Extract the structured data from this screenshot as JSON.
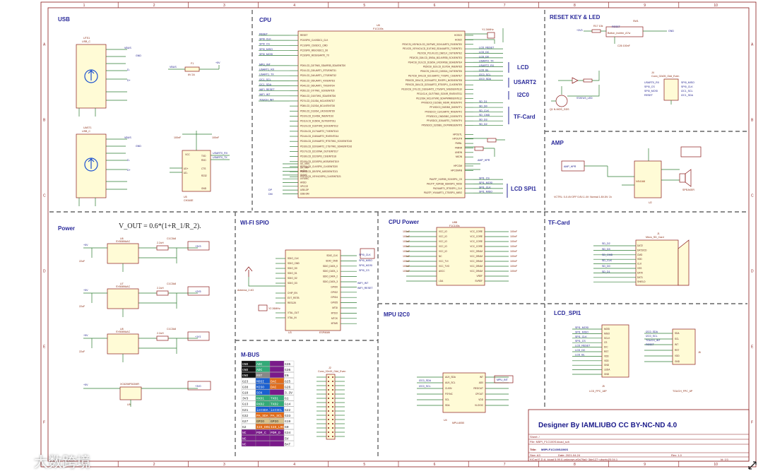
{
  "sections": {
    "usb": "USB",
    "cpu": "CPU",
    "reset": "RESET KEY & LED",
    "amp": "AMP",
    "power": "Power",
    "wifi": "WI-FI SPIO",
    "cpu_power": "CPU Power",
    "tf_card": "TF-Card",
    "mpu": "MPU I2C0",
    "lcd_spi": "LCD_SPI1",
    "mbus": "M-BUS"
  },
  "formula": "V_OUT = 0.6*(1+R_1/R_2).",
  "cpu": {
    "ref": "U8",
    "value": "F1C100s",
    "left_pins": [
      "RESET",
      "SPI0_CLK",
      "SPI0_CS",
      "SPI0_MISO",
      "SPI0_MOSI",
      "",
      "MPU_INT",
      "USART1_RX",
      "USART1_TX",
      "I2C1_SCL",
      "I2C1_SDA",
      "WIFI_RESET",
      "WIFI_INT",
      "TOUCH_INT",
      "",
      "",
      "",
      "",
      "",
      "",
      "",
      "",
      "",
      "",
      "",
      "",
      "",
      "",
      "",
      "",
      "",
      "DP",
      "DM"
    ],
    "left_funcs": [
      "RESET",
      "PC0/SPI0_CLK/SDC1_CLK",
      "PC1/SPI0_CS/SDC1_CMD",
      "PC2/SPI0_MISO/SDC1_D0",
      "PC3/SPI0_MOSI/UART0_TX",
      "",
      "PD0/LCD_D2/TWI0_SDA/RSB_SDA/EINTD0",
      "PD1/LCD_D3/UART1_RTS/EINTD1",
      "PD2/LCD_D4/UART1_CTS/EINTD2",
      "PD3/LCD_D5/UART1_RX/EINTD3",
      "PD4/LCD_D6/UART1_TX/EINTD4",
      "PD5/LCD_D7/TWI1_SCK/EINTD5",
      "PD6/LCD_D10/TWI1_SDA/EINTD6",
      "PD7/LCD_D11/DA_MCLK/EINTD7",
      "PD8/LCD_D12/DA_BCLK/EINTD8",
      "PD9/LCD_D13/DA_LRCK/EINTD9",
      "PD10/LCD_D14/DA_IN/EINTD10",
      "PD11/LCD_D15/DA_OUT/EINTD11",
      "PD12/LCD_D16/TWI0_SCK/EINTD12",
      "PD13/LCD_D17/UART2_TX/EINTD13",
      "PD14/LCD_D18/UART2_RX/EINTD14",
      "PD15/LCD_D19/UART2_RTS/TWI1_SCK/EINTD15",
      "PD16/LCD_D20/UART2_CTS/TWI1_SDA/EINTD16",
      "PD17/LCD_D21/OWA_OUT/EINTD17",
      "PD18/LCD_D22/SPI0_CS/EINTD18",
      "PD19/LCD_D23/SPI0_MOSI/EINTD19",
      "PD20/LCD_CLK/SPI0_CLK/EINTD20",
      "PD21/LCD_DE/SPI0_MISO/EINTD21",
      "PD21/LCD_VSYNC/SPI0_CLK/EINTD21"
    ],
    "right_funcs": [
      "HOSC0",
      "HOSCI",
      "PE0/CSI_HSYNC/LCD_D0/TWI2_SCK/UART0_RX/EINTE0",
      "PE1/CSI_VSYNC/LCD_D1/TWI2_SDA/UART0_TX/EINTE1",
      "PE2/CSI_PCLK/LCD_D8/CLK_OUT/EINTE2",
      "PE3/CSI_D0/LCD_D9/DA_BCLK/RSB_SCK/EINTE3",
      "PE4/CSI_D1/LCD_D16/DA_LRCK/RSB_SDA/EINTE4",
      "PE5/CSI_D2/LCD_D17/DA_IN/EINTE5",
      "PE6/CSI_D3/LCD_D20/DA_OUT/EINTE6",
      "PE7/CSI_D4/LCD_D21/UART2_TX/SPI1_CS/EINTE7",
      "PE8/CSI_D5/LCD_D22/UART2_RX/SPI1_MOSI/EINTE8",
      "PE9/CSI_D6/LCD_D23/UART2_RTS/SPI1_CLK/EINTE9",
      "PE10/CSI_D7/LCD_D16/UART2_CTS/SPI1_MISO/EINTE10",
      "PE11/CLK_OUT/TWI0_SCK/IR_RX/EINTE11",
      "PE12/DA_MCLK/TWI0_SDA/PWM0/EINTE12",
      "PF0/SDC0_D1/DBG_MS/IR_RX/EINTF0",
      "PF1/SDC0_D0/DBG_DI/EINTF1",
      "PF2/SDC0_CLK/UART0_RX/EINTF2",
      "PF3/SDC0_CMD/DBG_DO/EINTF3",
      "PF4/SDC0_D3/UART0_TX/EINTF4",
      "PF5/SDC0_D2/DBG_CK/PWM1/EINTF5",
      "",
      "HPOUTL",
      "HPOUTR",
      "FMINL",
      "FMINR",
      "LINEIN",
      "MICIN",
      "",
      "HPCOM",
      "HPCOMFB",
      "",
      "PA0/TP_X1/RSB_SCK/SPI1_CS",
      "PA1/TP_X2/RSB_SDA/SPI1_MOSI",
      "PA2/UART1_RTS/SPI1_CLK",
      "PA3/TP_YN/UART1_CTS/SPI1_MISO"
    ],
    "right_nets": [
      "",
      "",
      "",
      "LCD_RESET",
      "LCD_DC",
      "LCD_D0",
      "USART2_TX",
      "USART2_RX",
      "LCD_BL",
      "I2C0_SCL",
      "I2C0_SDA",
      "",
      "",
      "",
      "",
      "SD_D1",
      "SD_D0",
      "SD_CLK",
      "SD_CMD",
      "SD_D3",
      "SD_D2",
      "",
      "",
      "",
      "",
      "",
      "",
      "",
      "",
      "",
      "",
      "",
      "SPI1_CS",
      "SPI1_MOSI",
      "SPI1_CLK",
      "SPI1_MISO"
    ],
    "bottom_left": [
      "SV_VRN",
      "SV_VRP",
      "SVMIC",
      "SVMIC",
      "UVVMIC",
      "AVDD",
      "VPCCE",
      "USB-DP",
      "USB-DM"
    ],
    "group_labels": [
      "LCD",
      "USART2",
      "I2C0",
      "TF-Card",
      "LCD SPI1"
    ]
  },
  "usb": {
    "u1_ref": "UTS1",
    "u1_val": "USB_C",
    "u2_ref": "UAST1",
    "u2_val": "USB_C",
    "nets": [
      "VBUS",
      "D+",
      "D-",
      "GND",
      "VBUS",
      "GND",
      "D+",
      "D-"
    ],
    "fuse": {
      "ref": "F1",
      "val": "6V 2A",
      "in": "VBUS",
      "out": "+5V"
    },
    "bridge": {
      "ref": "U5",
      "val": "CH340E",
      "pins": [
        "UD+",
        "UD-",
        "TXD",
        "RXD",
        "CTS",
        "VCC",
        "R232",
        "RTS",
        "GND"
      ],
      "nets": [
        "USART0_RX",
        "USART0_TX"
      ]
    },
    "caps": [
      "100nF",
      "100nF"
    ]
  },
  "reset": {
    "key": "Button_Inchtm_A7w",
    "ref": "SW1",
    "r": "R17 10k",
    "c": "C26 100nF",
    "led": "STATUS_LED",
    "fet": "Q1 N-MOS_GDS",
    "conn": {
      "ref": "J4",
      "val": "Conn_02x05_Odd_Even"
    },
    "conn_nets": [
      "USART0_RX",
      "SPI0_CS",
      "SPI0_MOSI",
      "RESET",
      "SPI0_MISO",
      "SPI0_CLK",
      "I2C1_SCL",
      "I2C1_SDA"
    ]
  },
  "amp": {
    "ref": "U2",
    "val": "NS4168",
    "net": "AMP_HPR",
    "note": "VCTRL: 0-0.4V:OFF 0.8V-1.4V: Normal 1.8V-5V: 2x",
    "speaker": "SPEAKER"
  },
  "power": {
    "regs": [
      {
        "ref": "U6",
        "val": "SY8089AAC",
        "l": "2.2uH",
        "c": "C1C3k8",
        "out": "+3V3"
      },
      {
        "ref": "U7",
        "val": "SY8089AAC",
        "l": "2.2uH",
        "c": "C1C3k8",
        "out": "+2V5"
      },
      {
        "ref": "U8",
        "val": "SY8089AAC",
        "l": "2.2uH",
        "c": "C1C3k8",
        "out": "+1V1"
      }
    ],
    "ldo": {
      "ref": "U9",
      "val": "XC6206P302MR",
      "in": "+5V",
      "out": "+3V0"
    },
    "caps": [
      "22uF",
      "22uF",
      "22uF",
      "10uF",
      "1uF"
    ]
  },
  "wifi": {
    "ref": "U3",
    "val": "ESP8089",
    "left_pins": [
      "SDIO_CLK",
      "SDIO_CMD",
      "SDIO_D0",
      "SDIO_D1",
      "SDIO_D2",
      "SDIO_D3",
      "",
      "CHIP_EN",
      "EXT_RSTB",
      "RES12K",
      "",
      "XTAL_OUT",
      "XTAL_IN"
    ],
    "right_pins": [
      "SDIO_CLK",
      "SDIO_CMD",
      "SDIO_DATA_0",
      "SDIO_DATA_1",
      "SDIO_DATA_2",
      "SDIO_DATA_3",
      "GPIO0",
      "GPIO2",
      "GPIO4",
      "GPIO5",
      "MTDI",
      "MTDO",
      "MTCK",
      "MTMS"
    ],
    "nets": [
      "WIFI_RESET",
      "WIFI_INT",
      "SPI0_CLK",
      "SPI0_MISO",
      "SPI0_MOSI",
      "SPI0_CS"
    ],
    "antenna": "Antenna_2.4G",
    "xtal": "Y2 26MHz"
  },
  "cpu_power": {
    "ref": "U8B",
    "val": "F1C100s",
    "left": [
      "VCC_IO",
      "VCC_IO",
      "VCC_IO",
      "VCC_IO",
      "VCC_IO",
      "NC",
      "VCC_TVI",
      "VCC_TVO",
      "AVCC",
      "",
      "LDA"
    ],
    "right": [
      "VCC_CORE",
      "VCC_CORE",
      "VCC_CORE",
      "VCC_CORE",
      "VCC_DRAM",
      "VCC_DRAM",
      "VCC_DRAM",
      "VCC_DRAM",
      "VCC_DRAM",
      "VREF",
      "SVREF"
    ],
    "caps": [
      "100nF",
      "100nF",
      "100nF",
      "100nF",
      "100nF",
      "100nF",
      "100nF",
      "100nF",
      "100nF"
    ]
  },
  "tf_card": {
    "ref": "J1",
    "val": "Micro_SD_Card",
    "pins": [
      "DAT2",
      "DAT3/CD",
      "CMD",
      "VDD",
      "CLK",
      "VSS",
      "DAT0",
      "DAT1",
      "SHIELD"
    ],
    "nets": [
      "SD_D2",
      "SD_D3",
      "SD_CMD",
      "SD_CLK",
      "SD_D0",
      "SD_D1"
    ]
  },
  "mpu": {
    "ref": "U4",
    "val": "MPU-6050",
    "pins": [
      "AUX_SDA",
      "AUX_SCL",
      "CLKIN",
      "FSYNC",
      "SCL",
      "SDA",
      "INT",
      "AD0",
      "REGOUT",
      "CPOUT",
      "VDD",
      "VLOGIC"
    ],
    "nets": [
      "I2C0_SDA",
      "I2C0_SCL",
      "MPU_INT"
    ]
  },
  "lcd_spi": {
    "lcd_ref": "J5",
    "lcd_val": "LCD_FPC_18P",
    "touch_ref": "J6",
    "touch_val": "TOUCH_FPC_6P",
    "lcd_nets": [
      "SPI1_MOSI",
      "SPI1_MISO",
      "SPI1_CLK",
      "SPI1_CS",
      "LCD_RESET",
      "LCD_DC",
      "LCD_BL"
    ],
    "lcd_pins": [
      "MOSI",
      "MISO",
      "SCLK",
      "CS",
      "D/C",
      "RST",
      "VDD",
      "VDD",
      "GND",
      "LEDA",
      "GND"
    ],
    "touch_nets": [
      "I2C0_SDA",
      "I2C0_SCL",
      "TOUCH_INT",
      "RESET"
    ],
    "touch_pins": [
      "SDA",
      "SCL",
      "INT",
      "RST",
      "VDD",
      "GND"
    ]
  },
  "mbus": {
    "rows": [
      [
        "GND",
        "ADC",
        "G35"
      ],
      [
        "GND",
        "ADC",
        "G36"
      ],
      [
        "GND",
        "RST",
        "EN"
      ],
      [
        "G23",
        "MOSI",
        "DAC",
        "G25"
      ],
      [
        "G38",
        "MISO",
        "DAC",
        "G26"
      ],
      [
        "G18",
        "SCK",
        "3.3V"
      ],
      [
        "3V3",
        "RXD1",
        "TXD1",
        "G1"
      ],
      [
        "G13",
        "RXD2",
        "TXD2",
        "G14"
      ],
      [
        "G21",
        "intSDA",
        "intSCL",
        "G22"
      ],
      [
        "G32",
        "PA_SDA",
        "PA_SCL",
        "G33"
      ],
      [
        "G27",
        "GPIO",
        "GPIO",
        "G19"
      ],
      [
        "G2",
        "I2S_DOUT",
        "I2S_LRCK",
        "G0"
      ],
      [
        "NC",
        "PDM_C",
        "PDM_D",
        "G34"
      ],
      [
        "NC",
        "",
        "5V"
      ],
      [
        "NC",
        "",
        "BAT"
      ]
    ],
    "conn": {
      "ref": "J2",
      "val": "Conn_02x15_Odd_Even"
    }
  },
  "title_block": {
    "designer": "Designer By IAMLIUBO CC BY-NC-ND 4.0",
    "sheet": "Sheet: /",
    "file": "File: M5PI_F1C100S.kicad_sch",
    "title_label": "Title:",
    "title": "M5PI-F1C100S/200S",
    "size": "Size: A3",
    "date": "Date: 2021-04-24",
    "kicad": "KiCad E.D.A.  kicad 5.99.0-unknown-e0a79a4~3de127~ubuntu20.04.1",
    "rev": "Rev: 1.0",
    "id": "Id: 1/1"
  },
  "border_cols": [
    "1",
    "2",
    "3",
    "4",
    "5",
    "6",
    "7",
    "8",
    "9",
    "10"
  ],
  "border_rows": [
    "A",
    "B",
    "C",
    "D",
    "E",
    "F"
  ],
  "watermark": "大数跨境",
  "colors": {
    "wire": "#2e7d32",
    "comp": "#8a1a1a",
    "label": "#1a1a8a",
    "section": "#2a2a9a",
    "fill": "#fffbd6"
  }
}
